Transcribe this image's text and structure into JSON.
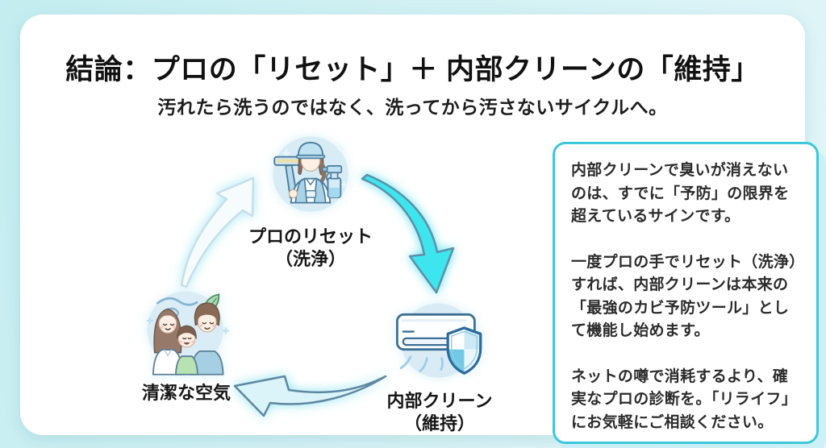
{
  "page": {
    "title": "結論：プロの「リセット」＋ 内部クリーンの「維持」",
    "subtitle": "汚れたら洗うのではなく、洗ってから汚さないサイクルへ。"
  },
  "cycle": {
    "nodes": [
      {
        "id": "pro-reset",
        "label": "プロのリセット",
        "sublabel": "（洗浄）",
        "icon": "cleaner-icon"
      },
      {
        "id": "internal-clean",
        "label": "内部クリーン",
        "sublabel": "（維持）",
        "icon": "aircon-shield-icon"
      },
      {
        "id": "clean-air",
        "label": "清潔な空気",
        "sublabel": "",
        "icon": "family-icon"
      }
    ],
    "arrows": [
      {
        "from": "pro-reset",
        "to": "internal-clean",
        "style": "bright-cyan"
      },
      {
        "from": "internal-clean",
        "to": "clean-air",
        "style": "pale-cyan"
      },
      {
        "from": "clean-air",
        "to": "pro-reset",
        "style": "white-glow"
      }
    ]
  },
  "infobox": {
    "paragraphs": [
      "内部クリーンで臭いが消えないのは、すでに「予防」の限界を超えているサインです。",
      "一度プロの手でリセット（洗浄）すれば、内部クリーンは本来の「最強のカビ予防ツール」として機能し始めます。",
      "ネットの噂で消耗するより、確実なプロの診断を。「リライフ」にお気軽にご相談ください。"
    ]
  },
  "colors": {
    "background_start": "#c3edf0",
    "background_end": "#e5f6f9",
    "card": "#ffffff",
    "infobox_border": "#3cc7da",
    "arrow_bright": "#3de6ef",
    "arrow_pale": "#dbf4f9",
    "icon_circle": "#d8ecf6",
    "outline_blue": "#4a7c9b"
  }
}
